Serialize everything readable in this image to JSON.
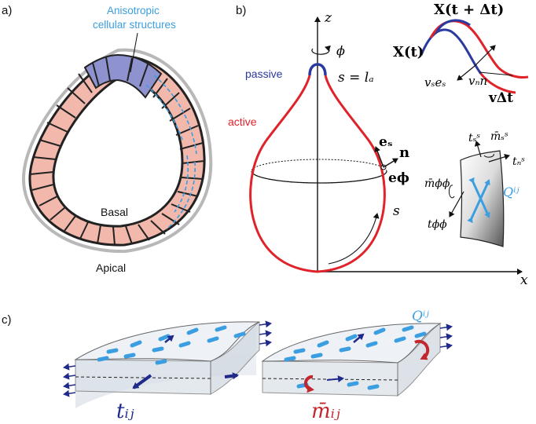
{
  "panels": {
    "a": {
      "label": "a)",
      "annotation_line1": "Anisotropic",
      "annotation_line2": "cellular structures",
      "basal": "Basal",
      "apical": "Apical"
    },
    "b": {
      "label": "b)",
      "axis_z": "z",
      "axis_x": "x",
      "phi": "ϕ",
      "passive": "passive",
      "active": "active",
      "s_eq_la": "s = lₐ",
      "s": "s",
      "e_s": "eₛ",
      "n": "n",
      "e_phi": "eϕ",
      "X_t_dt": "X(t + Δt)",
      "X_t": "X(t)",
      "vs_es": "vₛeₛ",
      "vn_n": "vₙn",
      "v_dt": "vΔt",
      "t_s_s": "tₛˢ",
      "m_s_s": "m̄ₛˢ",
      "t_n_s": "tₙˢ",
      "m_phi_phi": "m̄ϕϕ",
      "t_phi_phi": "tϕϕ",
      "Q_ij": "Qⁱʲ"
    },
    "c": {
      "label": "c)",
      "t_ij": "tᵢⱼ",
      "m_ij": "m̄ᵢⱼ",
      "Q_ij": "Qⁱʲ"
    }
  },
  "colors": {
    "passive_blue": "#2b3a9f",
    "active_red": "#e0222a",
    "director_blue": "#3b9ee0",
    "tension_navy": "#1f2a8a",
    "moment_red": "#c1272d",
    "cell_pink": "#f2b8ac",
    "cell_lavender": "#8e93cf"
  }
}
